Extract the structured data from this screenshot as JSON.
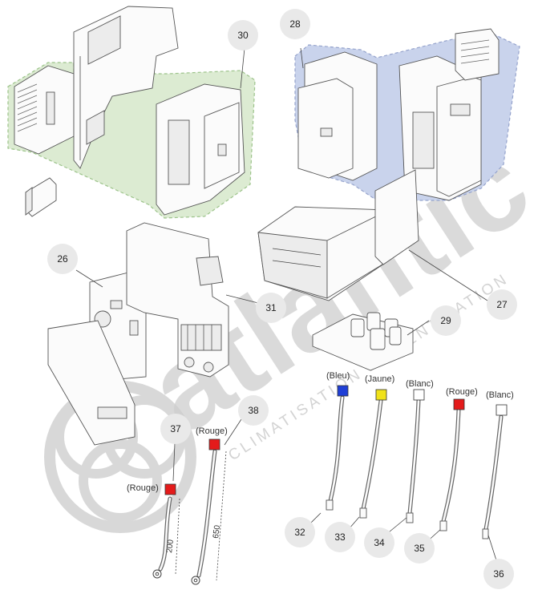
{
  "watermark": {
    "brand": "atlantic",
    "tagline": "CLIMATISATION ET VENTILATION"
  },
  "callouts": [
    "30",
    "28",
    "26",
    "31",
    "27",
    "29",
    "38",
    "37",
    "32",
    "33",
    "34",
    "35",
    "36"
  ],
  "wire_labels": [
    "(Bleu)",
    "(Jaune)",
    "(Blanc)",
    "(Rouge)",
    "(Blanc)",
    "(Rouge)",
    "(Rouge)"
  ],
  "dimensions": [
    "200",
    "650"
  ],
  "colors": {
    "bleu": "#1f3fd6",
    "jaune": "#f0e21a",
    "blanc": "#ffffff",
    "rouge": "#e41b1b",
    "group_green": "#dcebd2",
    "group_blue": "#c9d3ec",
    "callout_bg": "#e9e9e9"
  }
}
